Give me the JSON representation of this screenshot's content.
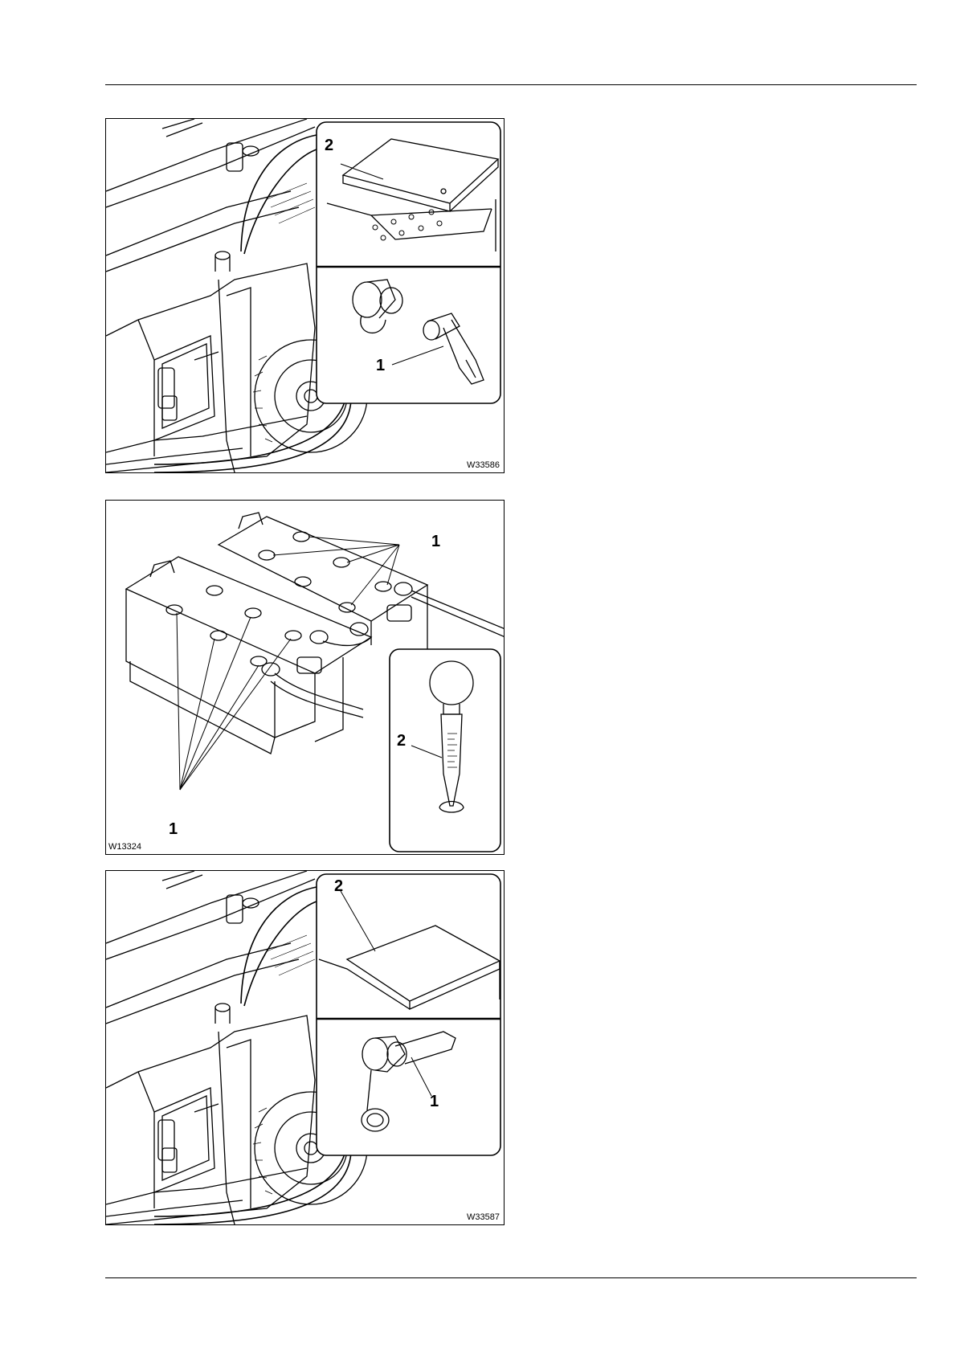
{
  "figures": [
    {
      "code": "W33586",
      "callouts": {
        "a": "2",
        "b": "1"
      }
    },
    {
      "code": "W13324",
      "callouts": {
        "a": "1",
        "b": "2",
        "c": "1"
      }
    },
    {
      "code": "W33587",
      "callouts": {
        "a": "2",
        "b": "1"
      }
    }
  ]
}
